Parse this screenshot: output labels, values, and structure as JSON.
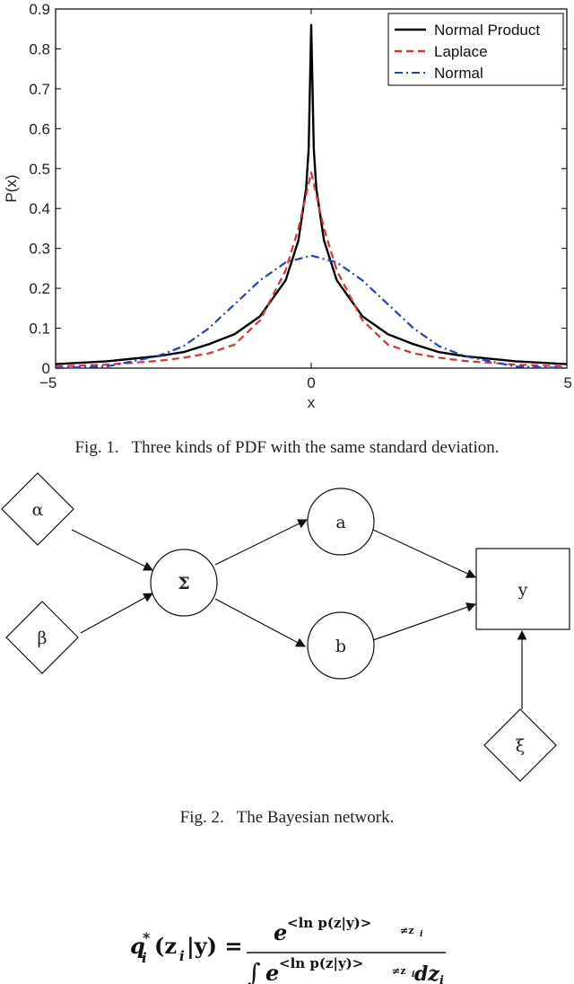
{
  "chart_data": {
    "type": "line",
    "xlabel": "x",
    "ylabel": "P(x)",
    "xlim": [
      -5,
      5
    ],
    "ylim": [
      0,
      0.9
    ],
    "xticks": [
      -5,
      0,
      5
    ],
    "xtick_labels": [
      "−5",
      "0",
      "5"
    ],
    "yticks": [
      0,
      0.1,
      0.2,
      0.3,
      0.4,
      0.5,
      0.6,
      0.7,
      0.8,
      0.9
    ],
    "ytick_labels": [
      "0",
      "0.1",
      "0.2",
      "0.3",
      "0.4",
      "0.5",
      "0.6",
      "0.7",
      "0.8",
      "0.9"
    ],
    "legend_position": "top-right",
    "series": [
      {
        "name": "Normal Product",
        "color": "#000000",
        "style": "solid",
        "x": [
          -5,
          -4,
          -3,
          -2.5,
          -2,
          -1.5,
          -1,
          -0.5,
          -0.25,
          -0.1,
          -0.05,
          0,
          0.05,
          0.1,
          0.25,
          0.5,
          1,
          1.5,
          2,
          2.5,
          3,
          4,
          5
        ],
        "y": [
          0.01,
          0.017,
          0.03,
          0.04,
          0.06,
          0.085,
          0.13,
          0.22,
          0.32,
          0.45,
          0.55,
          0.86,
          0.55,
          0.45,
          0.32,
          0.22,
          0.13,
          0.085,
          0.06,
          0.04,
          0.03,
          0.017,
          0.01
        ]
      },
      {
        "name": "Laplace",
        "color": "#e03030",
        "style": "dashed",
        "x": [
          -5,
          -4,
          -3,
          -2.5,
          -2,
          -1.5,
          -1,
          -0.5,
          -0.25,
          0,
          0.25,
          0.5,
          1,
          1.5,
          2,
          2.5,
          3,
          4,
          5
        ],
        "y": [
          0.0042,
          0.0087,
          0.018,
          0.026,
          0.037,
          0.059,
          0.12,
          0.245,
          0.35,
          0.49,
          0.35,
          0.245,
          0.12,
          0.059,
          0.037,
          0.026,
          0.018,
          0.0087,
          0.0042
        ]
      },
      {
        "name": "Normal",
        "color": "#1f3fd0",
        "style": "dashdot",
        "x": [
          -5,
          -4,
          -3,
          -2.5,
          -2,
          -1.5,
          -1,
          -0.5,
          0,
          0.5,
          1,
          1.5,
          2,
          2.5,
          3,
          4,
          5
        ],
        "y": [
          0.0,
          0.004,
          0.03,
          0.055,
          0.1,
          0.16,
          0.22,
          0.265,
          0.282,
          0.265,
          0.22,
          0.16,
          0.1,
          0.055,
          0.03,
          0.004,
          0.0
        ]
      }
    ]
  },
  "captions": {
    "fig1": "Fig. 1.   Three kinds of PDF with the same standard deviation.",
    "fig2": "Fig. 2.   The Bayesian network."
  },
  "network": {
    "nodes": {
      "alpha": "α",
      "beta": "β",
      "sigma": "Σ",
      "a": "a",
      "b": "b",
      "y": "y",
      "xi": "ξ"
    }
  },
  "equation": {
    "lhs_q": "q",
    "lhs_sub": "i",
    "lhs_sup": "*",
    "lhs_args": "(z",
    "lhs_args_sub": "i",
    "lhs_args_rest": "|y) =",
    "numerator_base": "e",
    "exponent": "<ln p(z|y)>",
    "exponent_sub": "≠z",
    "exponent_sub_i": "i",
    "integral": "∫",
    "differential": "dz",
    "differential_sub": "i"
  }
}
